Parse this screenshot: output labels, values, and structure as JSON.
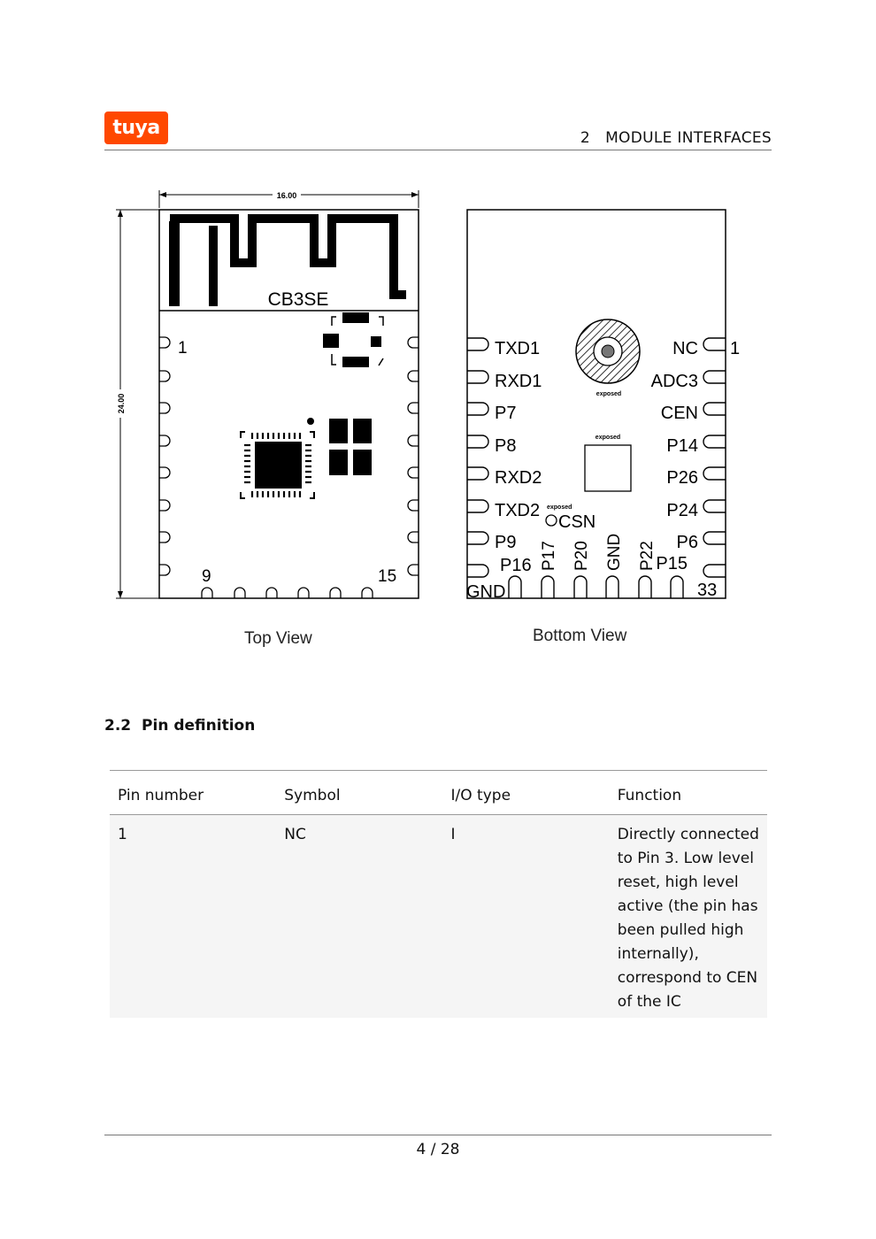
{
  "header": {
    "logo_text": "tuya",
    "section_number": "2",
    "section_title": "MODULE INTERFACES"
  },
  "figure": {
    "top_view": {
      "module_name": "CB3SE",
      "dim_width": "16.00",
      "dim_height": "24.00",
      "pin_first": "1",
      "pin_bottom_start": "9",
      "pin_bottom_end": "15",
      "caption": "Top View"
    },
    "bottom_view": {
      "left_pins": [
        "TXD1",
        "RXD1",
        "P7",
        "P8",
        "RXD2",
        "TXD2",
        "P9",
        "P16"
      ],
      "right_pins": [
        "NC",
        "ADC3",
        "CEN",
        "P14",
        "P26",
        "P24",
        "P6",
        "P15"
      ],
      "vertical_pins": [
        "P17",
        "P20",
        "GND",
        "P22"
      ],
      "pin_csn": "CSN",
      "pin_gnd": "GND",
      "pin_first": "1",
      "pin_last": "33",
      "exposed_label": "exposed",
      "caption": "Bottom View"
    }
  },
  "section": {
    "number": "2.2",
    "title": "Pin definition"
  },
  "table": {
    "headers": [
      "Pin number",
      "Symbol",
      "I/O type",
      "Function"
    ],
    "rows": [
      {
        "pin": "1",
        "symbol": "NC",
        "io": "I",
        "function": "Directly connected to Pin 3. Low level reset, high level active (the pin has been pulled high internally), correspond to CEN of the IC"
      }
    ]
  },
  "footer": {
    "page": "4 / 28"
  }
}
